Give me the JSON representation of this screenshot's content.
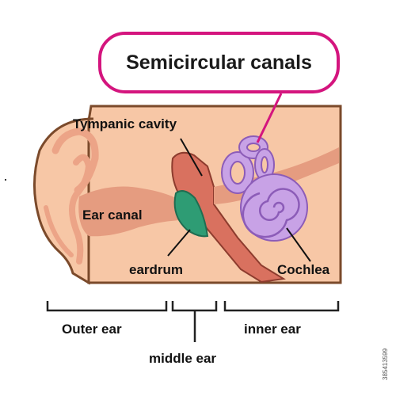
{
  "labels": {
    "semicircular_canals": "Semicircular canals",
    "tympanic_cavity": "Tympanic cavity",
    "ear_canal": "Ear canal",
    "eardrum": "eardrum",
    "cochlea": "Cochlea",
    "outer_ear": "Outer ear",
    "middle_ear": "middle ear",
    "inner_ear": "inner ear"
  },
  "stock_id": "385413599",
  "colors": {
    "skin": "#f7c7a6",
    "skin_dark": "#eca487",
    "outline": "#7b4a2b",
    "canal": "#e59c80",
    "tube": "#d9715f",
    "eardrum": "#2e9c74",
    "inner_ear": "#c8a2e6",
    "inner_ear_stroke": "#8c5cb8",
    "callout_border": "#d4157e"
  }
}
